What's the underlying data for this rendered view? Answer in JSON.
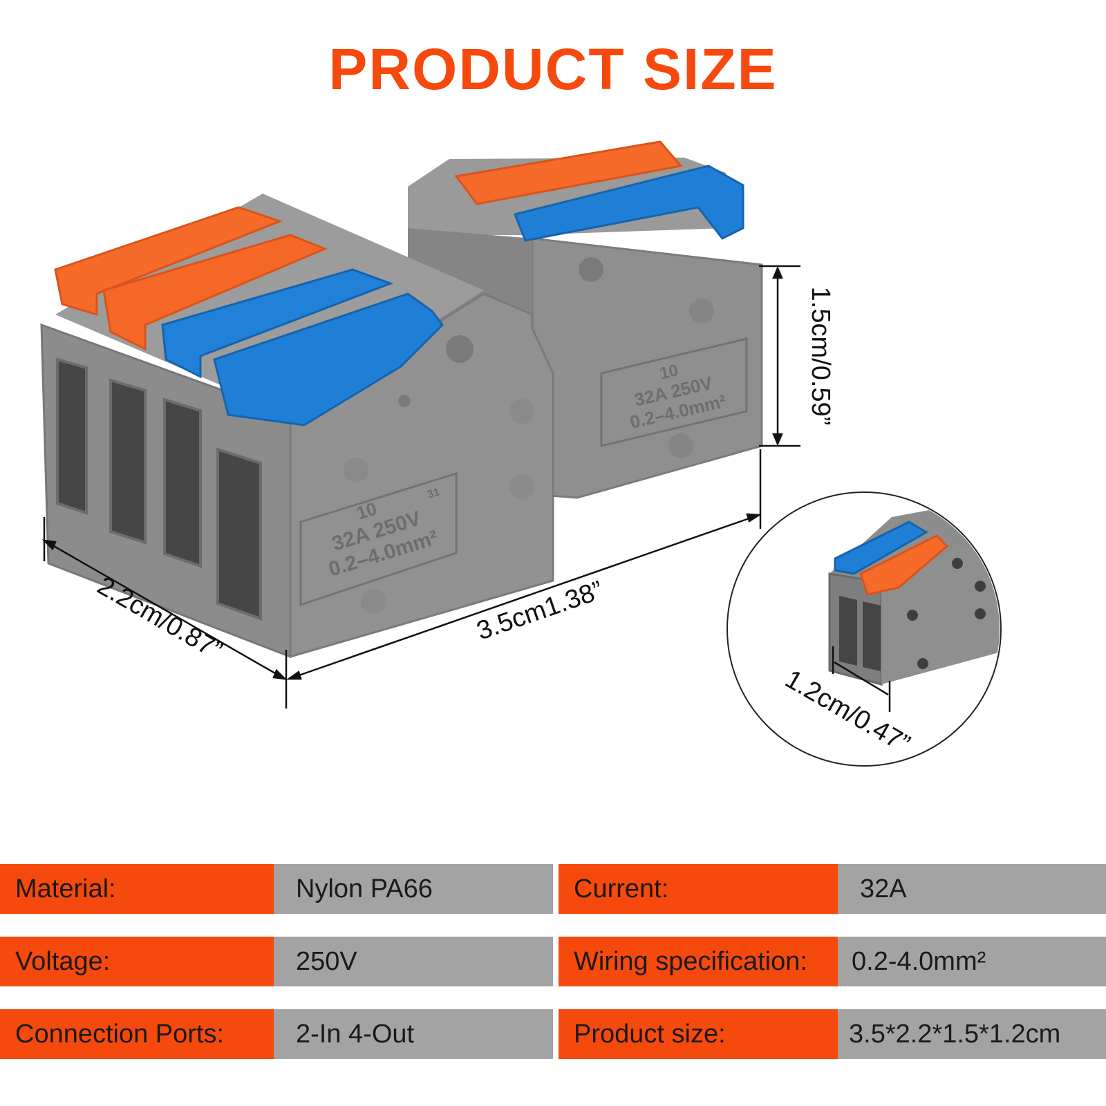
{
  "title": "PRODUCT SIZE",
  "colors": {
    "accent": "#f6490e",
    "value_bg": "#a3a3a3",
    "connector_grey": "#8a8a8a",
    "lever_orange": "#f66a2a",
    "lever_blue": "#1f7fd6"
  },
  "dimensions": {
    "width": "2.2cm/0.87”",
    "length": "3.5cm1.38”",
    "height": "1.5cm/0.59”",
    "pitch": "1.2cm/0.47”"
  },
  "housing_marking": {
    "line1": "10",
    "line2": "32A  250V",
    "line3": "0.2–4.0mm²",
    "code": "31"
  },
  "specs": [
    [
      {
        "label": "Material:",
        "value": "Nylon PA66"
      },
      {
        "label": "Current:",
        "value": "32A"
      }
    ],
    [
      {
        "label": "Voltage:",
        "value": "250V"
      },
      {
        "label": "Wiring specification:",
        "value": "0.2-4.0mm²"
      }
    ],
    [
      {
        "label": "Connection Ports:",
        "value": "2-In 4-Out"
      },
      {
        "label": "Product size:",
        "value": "3.5*2.2*1.5*1.2cm"
      }
    ]
  ]
}
